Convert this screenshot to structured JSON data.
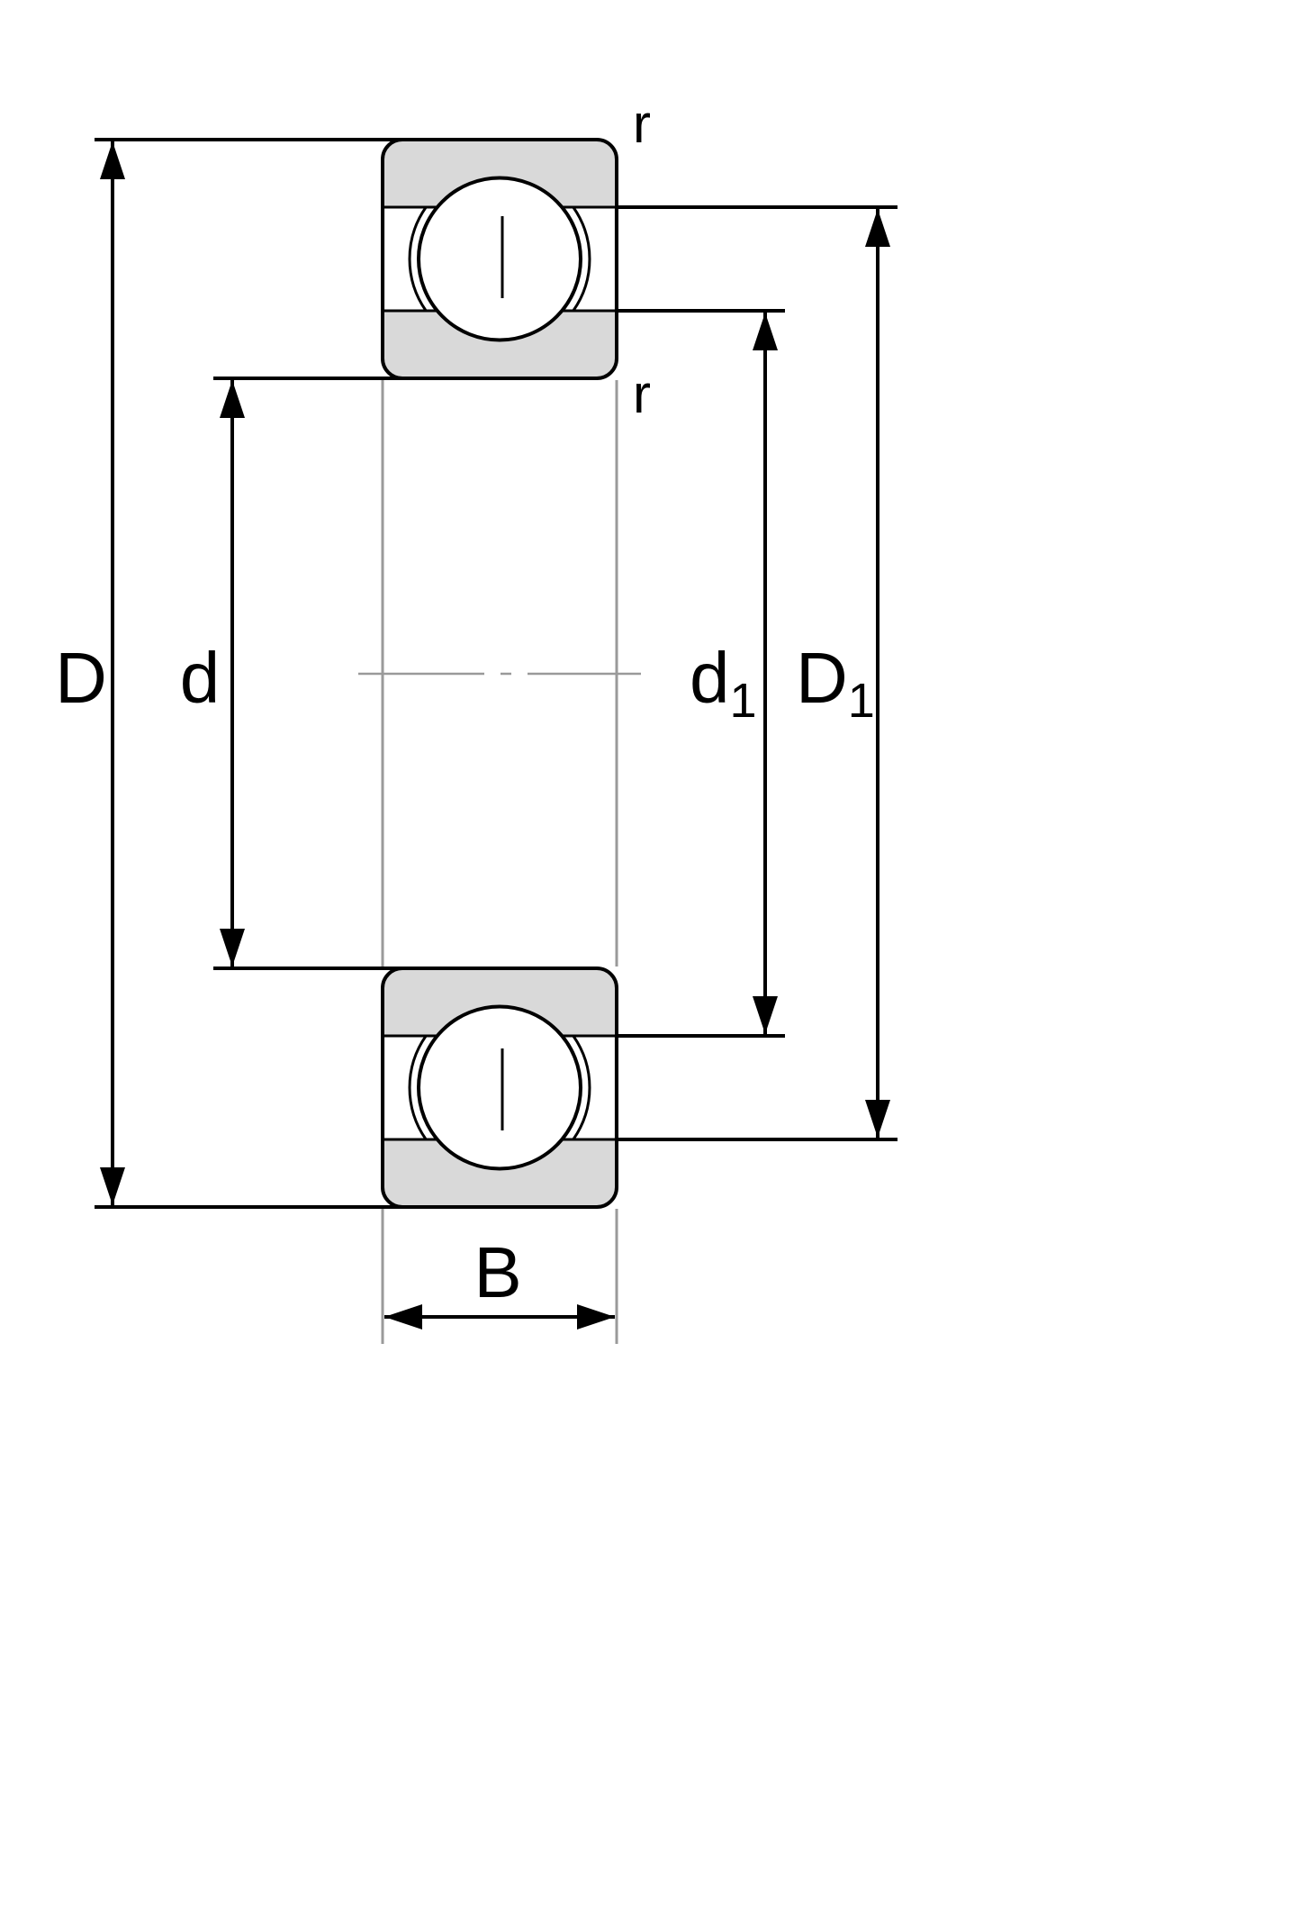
{
  "diagram": {
    "type": "deep-groove-ball-bearing-cross-section",
    "labels": {
      "outer_diameter": "D",
      "bore_diameter": "d",
      "inner_shoulder": {
        "base": "d",
        "sub": "1"
      },
      "outer_shoulder": {
        "base": "D",
        "sub": "1"
      },
      "width": "B",
      "fillet_top": "r",
      "fillet_inner": "r"
    },
    "colors": {
      "line": "#000000",
      "auxiliary_line": "#9a9a9a",
      "ring_fill": "#d9d9d9",
      "background": "#ffffff"
    }
  }
}
